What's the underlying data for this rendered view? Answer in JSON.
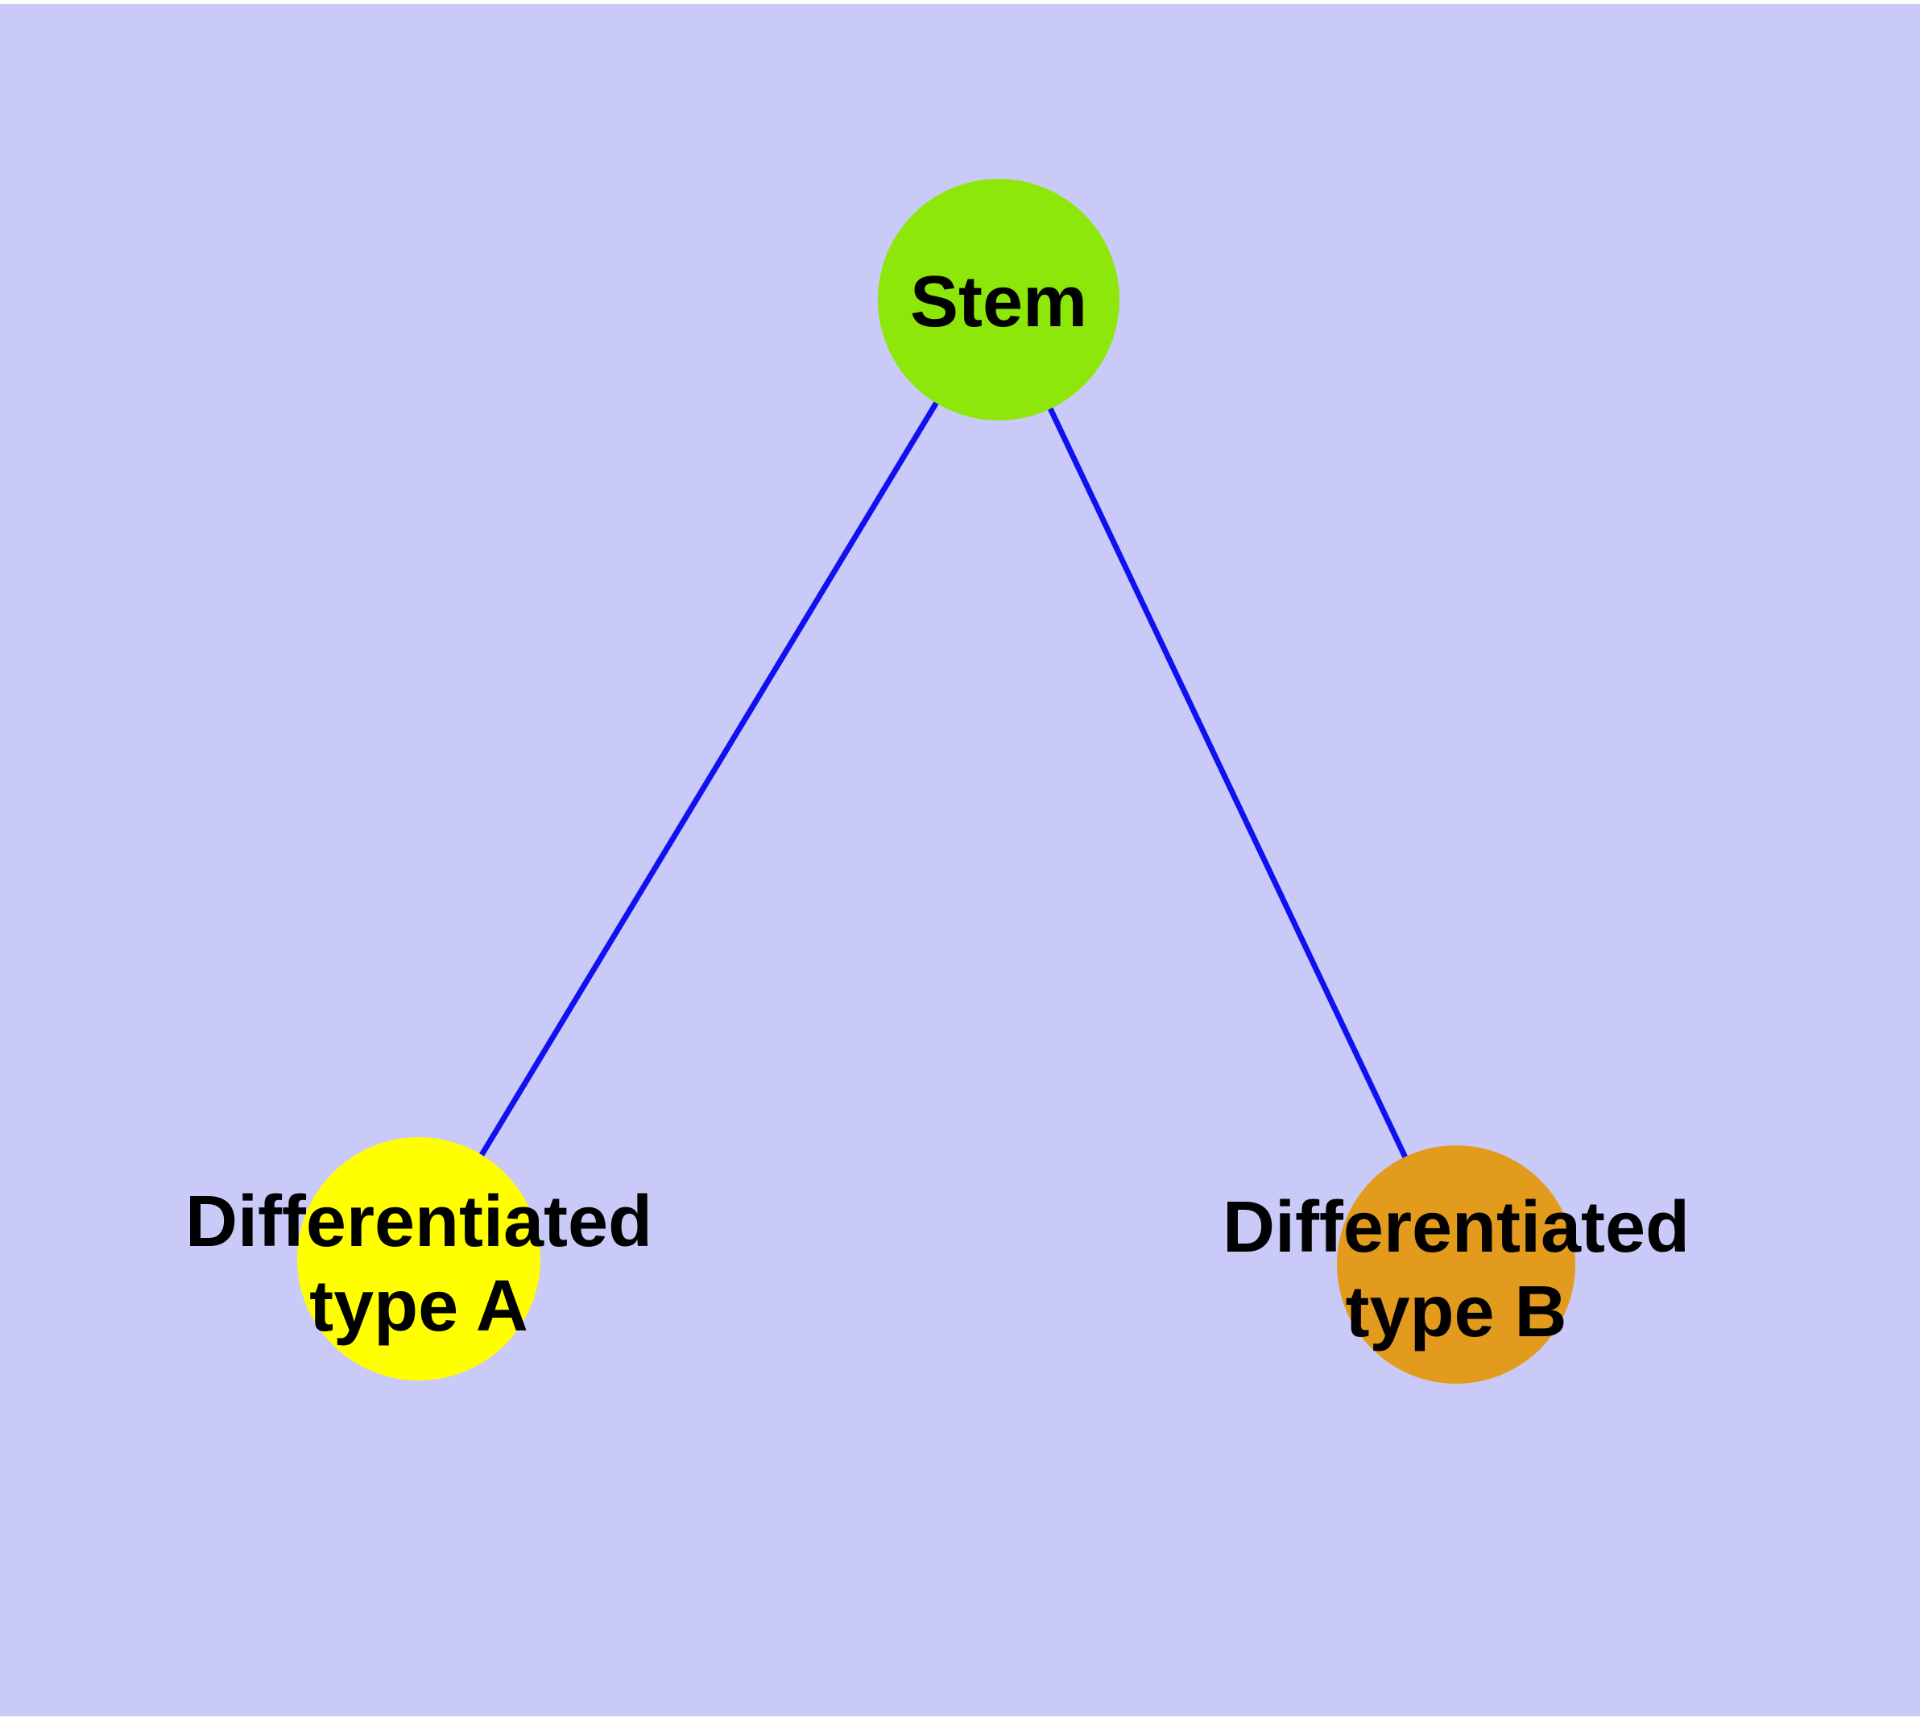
{
  "diagram": {
    "background_color": "#cacaf8",
    "frame_color": "#ffffff",
    "node_stroke_color": "#6e6e6e",
    "edge_color": "#1010f0",
    "text_color": "#000000",
    "nodes": {
      "stem": {
        "label": "Stem",
        "fill": "#8de70a"
      },
      "type_a": {
        "label_line1": "Differentiated",
        "label_line2": "type A",
        "fill": "#ffff00"
      },
      "type_b": {
        "label_line1": "Differentiated",
        "label_line2": "type B",
        "fill": "#e39b1e"
      }
    },
    "edges": [
      {
        "from": "Stem",
        "to": "Differentiated type A"
      },
      {
        "from": "Stem",
        "to": "Differentiated type B"
      }
    ]
  }
}
